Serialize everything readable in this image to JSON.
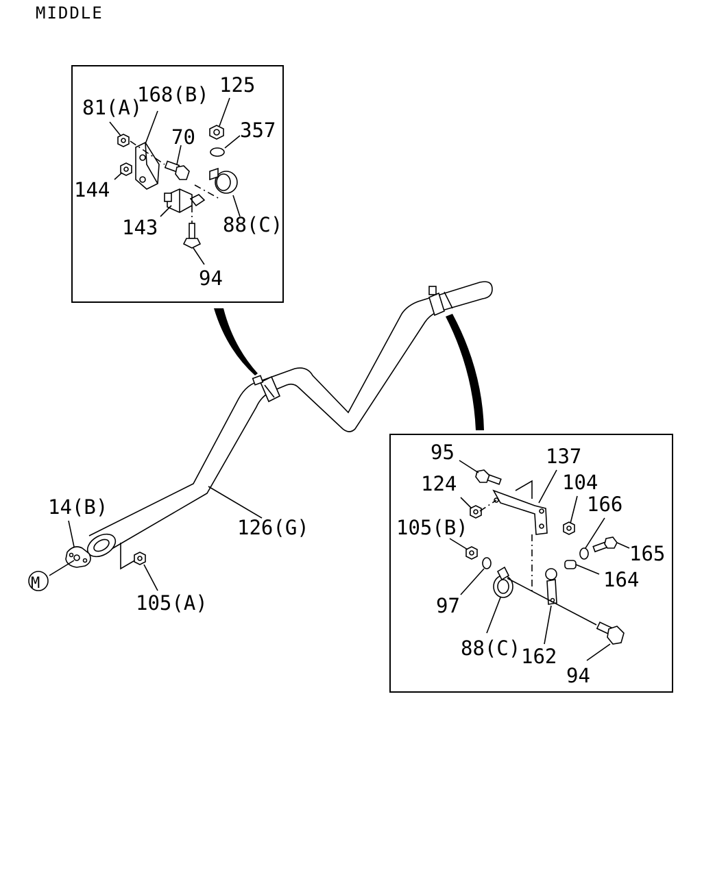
{
  "section_title": "MIDDLE",
  "circle_marker": "M",
  "labels": {
    "l_81a": "81(A)",
    "l_168b": "168(B)",
    "l_125": "125",
    "l_357": "357",
    "l_70": "70",
    "l_144": "144",
    "l_143": "143",
    "l_88c_top": "88(C)",
    "l_94_top": "94",
    "l_14b": "14(B)",
    "l_126g": "126(G)",
    "l_105a": "105(A)",
    "l_95": "95",
    "l_137": "137",
    "l_124": "124",
    "l_104": "104",
    "l_166": "166",
    "l_105b": "105(B)",
    "l_165": "165",
    "l_164": "164",
    "l_97": "97",
    "l_88c_bot": "88(C)",
    "l_162": "162",
    "l_94_bot": "94"
  }
}
